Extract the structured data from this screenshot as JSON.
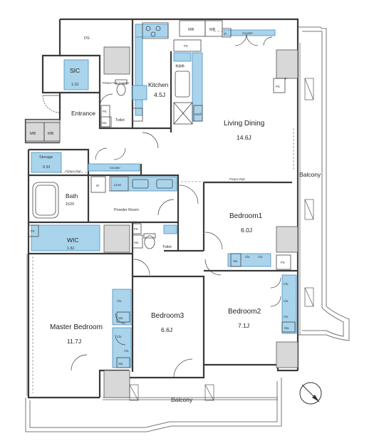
{
  "rooms": {
    "ds": "DS",
    "sic": "SIC",
    "sic_area": "1.0J",
    "kitchen": "Kitchen",
    "kitchen_area": "4.5J",
    "entrance": "Entrance",
    "toilet1": "Toilet",
    "living": "Living Dining",
    "living_area": "14.6J",
    "storage": "Storage",
    "storage_area": "0.9J",
    "bath": "Bath",
    "bath_size": "1620",
    "powder": "Powder Room",
    "toilet2": "Toilet",
    "wic": "WIC",
    "wic_area": "1.8J",
    "bedroom1": "Bedroom1",
    "bedroom1_area": "6.0J",
    "bedroom2": "Bedroom2",
    "bedroom2_area": "7.1J",
    "bedroom3": "Bedroom3",
    "bedroom3_area": "6.6J",
    "master": "Master Bedroom",
    "master_area": "11.7J",
    "balcony_right": "Balcony",
    "balcony_bottom": "Balcony"
  },
  "fixtures": {
    "mb": "MB",
    "ps": "PS",
    "p": "P",
    "sto": "Sto.",
    "clo": "Clo.",
    "w": "W",
    "linen": "Linen",
    "counter": "Counter",
    "picture_rail": "Picture Rail",
    "shelf": "Shelf",
    "counter_picture_rail": "Picture Rail Counter",
    "food_storage": "食器棚"
  },
  "icons": [
    "north-arrow-icon",
    "stove-icon",
    "sink-icon",
    "toilet-icon",
    "bathtub-icon",
    "door-swing-icon"
  ],
  "colors": {
    "wall": "#3a3a3a",
    "blue_fill": "#a9d4ec",
    "blue_stroke": "#4a8fc0",
    "column": "#d8d8d8",
    "balcony_line": "#777777"
  }
}
